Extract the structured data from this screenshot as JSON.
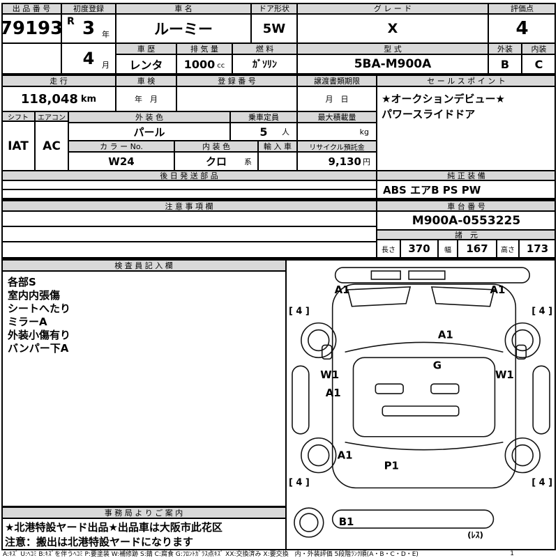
{
  "colors": {
    "header_bg": "#d9d9d9",
    "border": "#000000"
  },
  "top": {
    "exhibit_no_label": "出 品 番 号",
    "exhibit_no": "79193",
    "first_reg_label": "初度登録",
    "era": "R",
    "year": "3",
    "year_unit": "年",
    "month": "4",
    "month_unit": "月",
    "car_name_label": "車 名",
    "car_name": "ルーミー",
    "door_label": "ドア形状",
    "door": "5W",
    "grade_label": "グ レ ー ド",
    "grade": "X",
    "score_label": "評価点",
    "score": "4",
    "history_label": "車 歴",
    "history": "レンタ",
    "displacement_label": "排 気 量",
    "displacement": "1000",
    "displacement_unit": "cc",
    "fuel_label": "燃 料",
    "fuel": "ｶﾞｿﾘﾝ",
    "model_label": "型 式",
    "model": "5BA-M900A",
    "exterior_label": "外装",
    "exterior": "B",
    "interior_label": "内装",
    "interior": "C"
  },
  "band2": {
    "mileage_label": "走 行",
    "mileage": "118,048",
    "mileage_unit": "km",
    "inspection_label": "車 検",
    "inspection_value": "年　月",
    "reg_no_label": "登 録 番 号",
    "transfer_label": "譲渡書類期限",
    "transfer_value": "月　日",
    "sales_label": "セ ー ル ス ポ イ ン ト",
    "sales_line1": "★オークションデビュー★",
    "sales_line2": "パワースライドドア"
  },
  "band3": {
    "shift_label": "シフト",
    "shift": "IAT",
    "aircon_label": "エアコン",
    "aircon": "AC",
    "ext_color_label": "外 装 色",
    "ext_color": "パール",
    "capacity_label": "乗車定員",
    "capacity": "5",
    "capacity_unit": "人",
    "max_load_label": "最大積載量",
    "max_load_unit": "kg",
    "color_no_label": "カ ラ ー No.",
    "color_no": "W24",
    "int_color_label": "内 装 色",
    "int_color": "クロ",
    "int_color_unit": "系",
    "import_label": "輸 入 車",
    "recycle_label": "リサイクル預託金",
    "recycle": "9,130",
    "recycle_unit": "円"
  },
  "band4": {
    "later_parts_label": "後 日 発 送 部 品",
    "equipment_label": "純 正 装 備",
    "equipment": "ABS エアB PS PW"
  },
  "band5": {
    "notes_label": "注 意 事 項 欄",
    "chassis_label": "車 台 番 号",
    "chassis": "M900A-0553225",
    "specs_label": "諸　元",
    "length_label": "長さ",
    "length": "370",
    "width_label": "幅",
    "width": "167",
    "height_label": "高さ",
    "height": "173"
  },
  "inspector": {
    "label": "検 査 員 記 入 欄",
    "lines": [
      "各部S",
      "室内内張傷",
      "シートへたり",
      "ミラーA",
      "外装小傷有り",
      "バンパー下A"
    ]
  },
  "diagram": {
    "front_left": "A1",
    "front_right": "A1",
    "tire_front_left": "[ 4 ]",
    "tire_front_right": "[ 4 ]",
    "hood": "A1",
    "door_left_w": "W1",
    "glass": "G",
    "door_right_w": "W1",
    "door_left_a": "A1",
    "rear_left": "A1",
    "rear_gate": "P1",
    "tire_rear_left": "[ 4 ]",
    "tire_rear_right": "[ 4 ]",
    "rear_bumper": "B1",
    "spare": "(ﾚｽ)"
  },
  "office": {
    "label": "事 務 局 よ り ご 案 内",
    "line1": "★北港特設ヤード出品★出品車は大阪市此花区",
    "line2": "注意：搬出は北港特設ヤードになります"
  },
  "footer": {
    "legend": "A:ｷｽﾞ U:ﾍｺﾐ B:ｷｽﾞを伴うﾍｺﾐ P:要塗装 W:補修跡 S:錆 C:腐食 G:ﾌﾛﾝﾄｶﾞﾗｽ点ｷｽﾞ XX:交換済み X:要交換　内・外装評価 5段階ﾗﾝｸ順(A・B・C・D・E)",
    "page": "1"
  }
}
